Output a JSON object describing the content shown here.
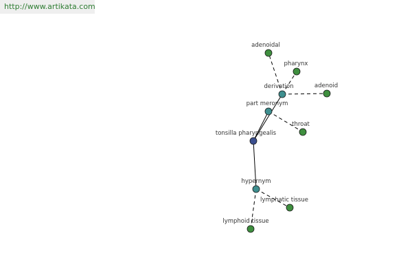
{
  "source_url": "http://www.artikata.com",
  "colors": {
    "center": "#3b4f8f",
    "relation": "#3f8f8f",
    "leaf": "#3f8f3f",
    "edge": "#000000",
    "url_text": "#2e7d32",
    "url_bg": "#efefef"
  },
  "nodes": [
    {
      "id": "tonsilla",
      "label": "tonsilla pharyngealis",
      "kind": "center"
    },
    {
      "id": "derivation",
      "label": "derivation",
      "kind": "relation"
    },
    {
      "id": "part_meronym",
      "label": "part meronym",
      "kind": "relation"
    },
    {
      "id": "hypernym",
      "label": "hypernym",
      "kind": "relation"
    },
    {
      "id": "adenoidal",
      "label": "adenoidal",
      "kind": "leaf"
    },
    {
      "id": "pharynx",
      "label": "pharynx",
      "kind": "leaf"
    },
    {
      "id": "adenoid",
      "label": "adenoid",
      "kind": "leaf"
    },
    {
      "id": "throat",
      "label": "throat",
      "kind": "leaf"
    },
    {
      "id": "lymphatic_tissue",
      "label": "lymphatic tissue",
      "kind": "leaf"
    },
    {
      "id": "lymphoid_tissue",
      "label": "lymphoid tissue",
      "kind": "leaf"
    }
  ],
  "edges": [
    {
      "from": "tonsilla",
      "to": "derivation",
      "style": "solid"
    },
    {
      "from": "tonsilla",
      "to": "part_meronym",
      "style": "solid"
    },
    {
      "from": "tonsilla",
      "to": "hypernym",
      "style": "solid"
    },
    {
      "from": "derivation",
      "to": "adenoidal",
      "style": "dashed"
    },
    {
      "from": "derivation",
      "to": "pharynx",
      "style": "dashed"
    },
    {
      "from": "derivation",
      "to": "adenoid",
      "style": "dashed"
    },
    {
      "from": "part_meronym",
      "to": "throat",
      "style": "dashed"
    },
    {
      "from": "hypernym",
      "to": "lymphatic_tissue",
      "style": "dashed"
    },
    {
      "from": "hypernym",
      "to": "lymphoid_tissue",
      "style": "dashed"
    }
  ]
}
